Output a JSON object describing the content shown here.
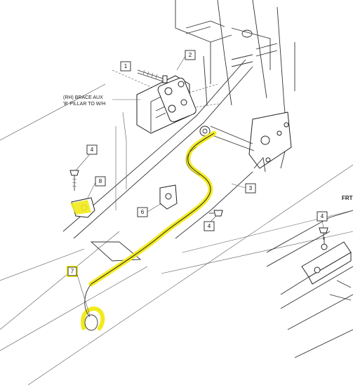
{
  "diagram": {
    "note": {
      "line1": "(RH) BRACE  AUX",
      "line2": "'B' PILLAR TO W/H"
    },
    "edge_label": "FRT",
    "callouts": [
      "1",
      "2",
      "3",
      "4",
      "8",
      "6",
      "4",
      "7",
      "4"
    ],
    "colors": {
      "highlight": "#f2ea1a",
      "line": "#333333",
      "background": "#ffffff"
    }
  }
}
